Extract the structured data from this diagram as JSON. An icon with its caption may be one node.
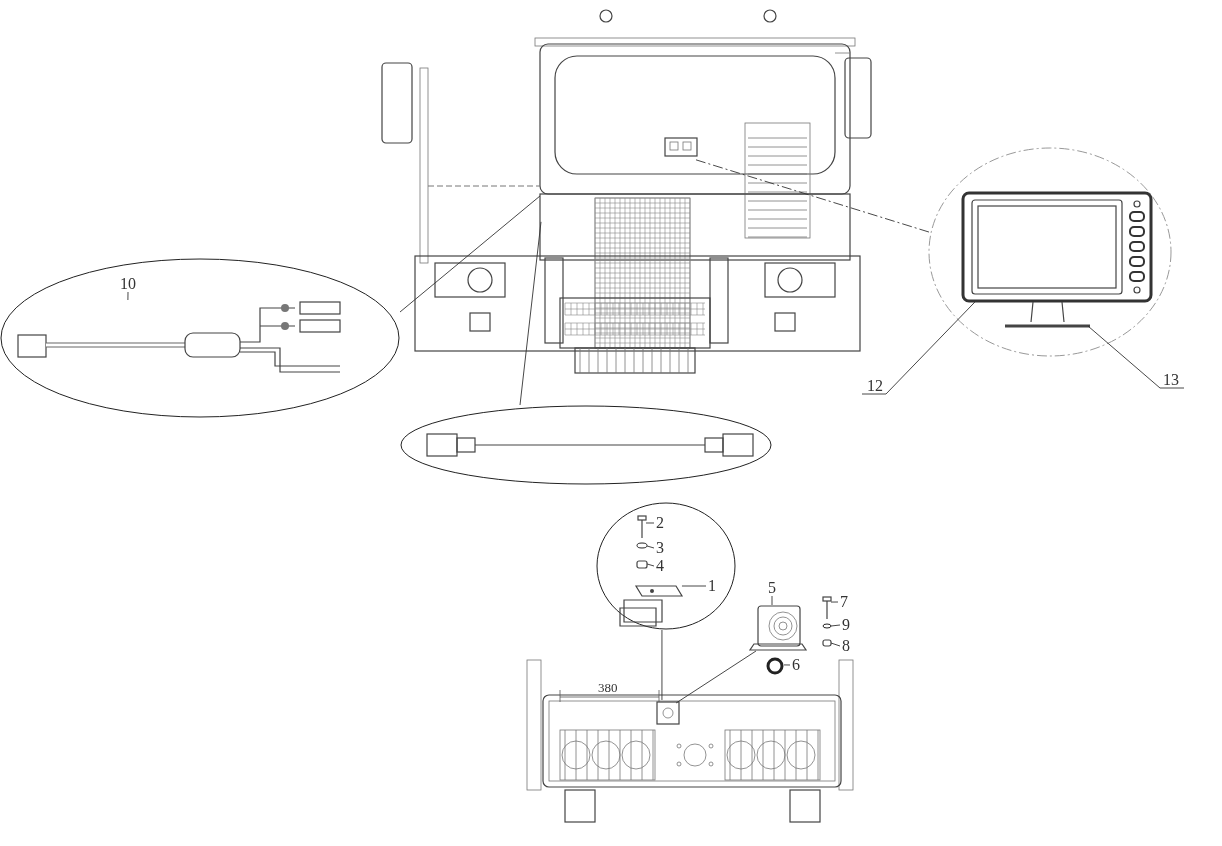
{
  "diagram": {
    "nodes": [
      {
        "text": [],
        "shape": "picture"
      },
      {
        "text": [],
        "shape": "ellipse"
      },
      {
        "text": [
          "10"
        ],
        "in": 1
      },
      {
        "text": [],
        "shape": "picture",
        "in": 1
      },
      {
        "text": [],
        "shape": "ellipse"
      },
      {
        "text": [],
        "shape": "picture",
        "in": 4
      },
      {
        "text": [],
        "shape": "circle"
      },
      {
        "text": [],
        "shape": "picture",
        "in": 6
      },
      {
        "text": [],
        "shape": "picture",
        "in": 6
      },
      {
        "text": [
          "12"
        ]
      },
      {
        "text": [
          "13"
        ]
      },
      {
        "text": [],
        "shape": "circle"
      },
      {
        "text": [],
        "shape": "picture",
        "in": 11
      },
      {
        "text": [],
        "shape": "picture",
        "in": 11
      },
      {
        "text": [],
        "shape": "circle",
        "in": 11
      },
      {
        "text": [],
        "shape": "box",
        "in": 11
      },
      {
        "text": [
          "1"
        ],
        "in": 11
      },
      {
        "text": [
          "2"
        ],
        "in": 11
      },
      {
        "text": [
          "3"
        ],
        "in": 11
      },
      {
        "text": [
          "4"
        ],
        "in": 11
      },
      {
        "text": [],
        "shape": "picture"
      },
      {
        "text": [],
        "shape": "circle"
      },
      {
        "text": [],
        "shape": "picture"
      },
      {
        "text": [],
        "shape": "circle"
      },
      {
        "text": [],
        "shape": "box"
      },
      {
        "text": [
          "5"
        ]
      },
      {
        "text": [
          "6"
        ]
      },
      {
        "text": [
          "7"
        ]
      },
      {
        "text": [
          "9"
        ]
      },
      {
        "text": [
          "8"
        ]
      },
      {
        "text": [],
        "shape": "picture",
        "beside": [
          "380"
        ]
      }
    ],
    "edges": [
      {
        "from": 1,
        "to": 0,
        "arrow": "none"
      },
      {
        "from": 4,
        "to": 0,
        "arrow": "none"
      },
      {
        "from": 6,
        "to": 0,
        "arrow": "none",
        "style": "dashed"
      },
      {
        "from": 2,
        "to": 3,
        "arrow": "none"
      },
      {
        "from": 9,
        "to": 7,
        "arrow": "none"
      },
      {
        "from": 10,
        "to": 8,
        "arrow": "none"
      },
      {
        "from": 16,
        "to": 12,
        "arrow": "none"
      },
      {
        "from": 17,
        "to": 13,
        "arrow": "none"
      },
      {
        "from": 18,
        "to": 14,
        "arrow": "none"
      },
      {
        "from": 19,
        "to": 15,
        "arrow": "none"
      },
      {
        "from": 11,
        "to": 30,
        "arrow": "none"
      },
      {
        "from": 20,
        "to": 30,
        "arrow": "none"
      },
      {
        "from": 25,
        "to": 20,
        "arrow": "none"
      },
      {
        "from": 26,
        "to": 21,
        "arrow": "none"
      },
      {
        "from": 27,
        "to": 22,
        "arrow": "none"
      },
      {
        "from": 28,
        "to": 23,
        "arrow": "none"
      },
      {
        "from": 29,
        "to": 24,
        "arrow": "none"
      }
    ]
  }
}
